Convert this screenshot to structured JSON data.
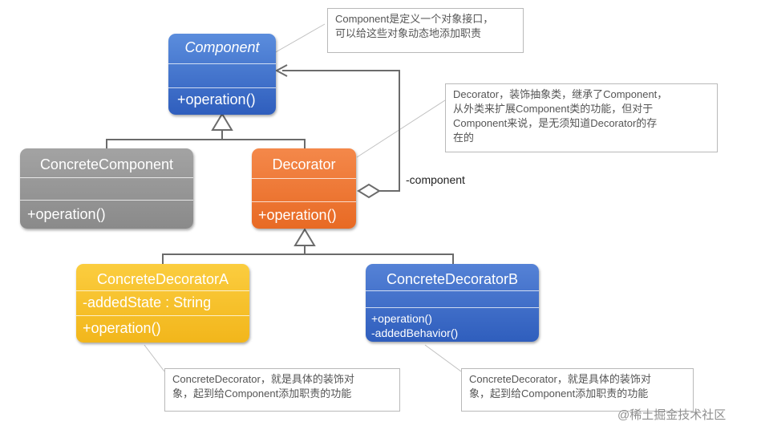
{
  "classes": {
    "component": {
      "name": "Component",
      "method": "+operation()"
    },
    "concrete_component": {
      "name": "ConcreteComponent",
      "method": "+operation()"
    },
    "decorator": {
      "name": "Decorator",
      "method": "+operation()"
    },
    "concrete_decorator_a": {
      "name": "ConcreteDecoratorA",
      "attribute": "-addedState : String",
      "method": "+operation()"
    },
    "concrete_decorator_b": {
      "name": "ConcreteDecoratorB",
      "methods": [
        "+operation()",
        "-addedBehavior()"
      ]
    }
  },
  "association_label": "-component",
  "notes": {
    "component": [
      "Component是定义一个对象接口，",
      "可以给这些对象动态地添加职责"
    ],
    "decorator": [
      "Decorator，装饰抽象类，继承了Component，",
      "从外类来扩展Component类的功能，但对于",
      "Component来说，是无须知道Decorator的存",
      "在的"
    ],
    "decorator_a": [
      "ConcreteDecorator，就是具体的装饰对",
      "象，起到给Component添加职责的功能"
    ],
    "decorator_b": [
      "ConcreteDecorator，就是具体的装饰对",
      "象，起到给Component添加职责的功能"
    ]
  },
  "watermark": "@稀土掘金技术社区",
  "colors": {
    "component": "#3a6bc9",
    "concrete_component": "#949494",
    "decorator": "#ef7434",
    "concrete_decorator_a": "#f6bf24",
    "concrete_decorator_b": "#3a6bc9",
    "connector": "#6b6b6b"
  }
}
